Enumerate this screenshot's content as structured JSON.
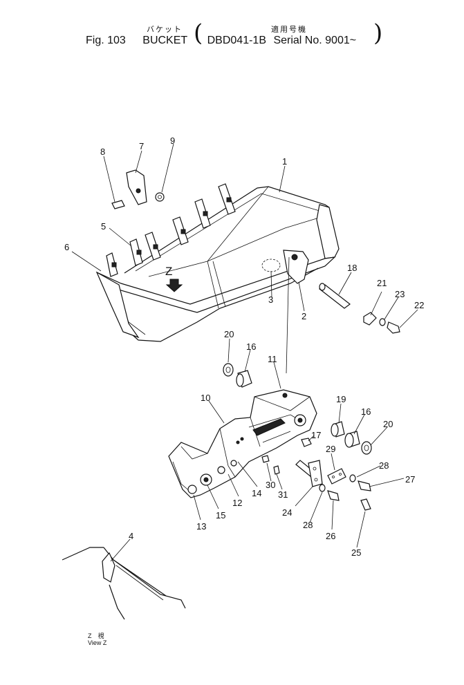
{
  "header": {
    "jp_title": "バケット",
    "jp_applicable": "適用号機",
    "fig_label": "Fig. 103",
    "title": "BUCKET",
    "model": "DBD041-1B",
    "serial": "Serial No. 9001~"
  },
  "view_caption": {
    "jp": "Z　視",
    "en": "View Z"
  },
  "view_marker": "Z",
  "callouts": [
    "1",
    "2",
    "3",
    "4",
    "5",
    "6",
    "7",
    "8",
    "9",
    "10",
    "11",
    "12",
    "13",
    "14",
    "15",
    "16",
    "16",
    "17",
    "18",
    "19",
    "20",
    "20",
    "21",
    "22",
    "23",
    "24",
    "25",
    "26",
    "27",
    "28",
    "28",
    "29",
    "30",
    "31"
  ]
}
